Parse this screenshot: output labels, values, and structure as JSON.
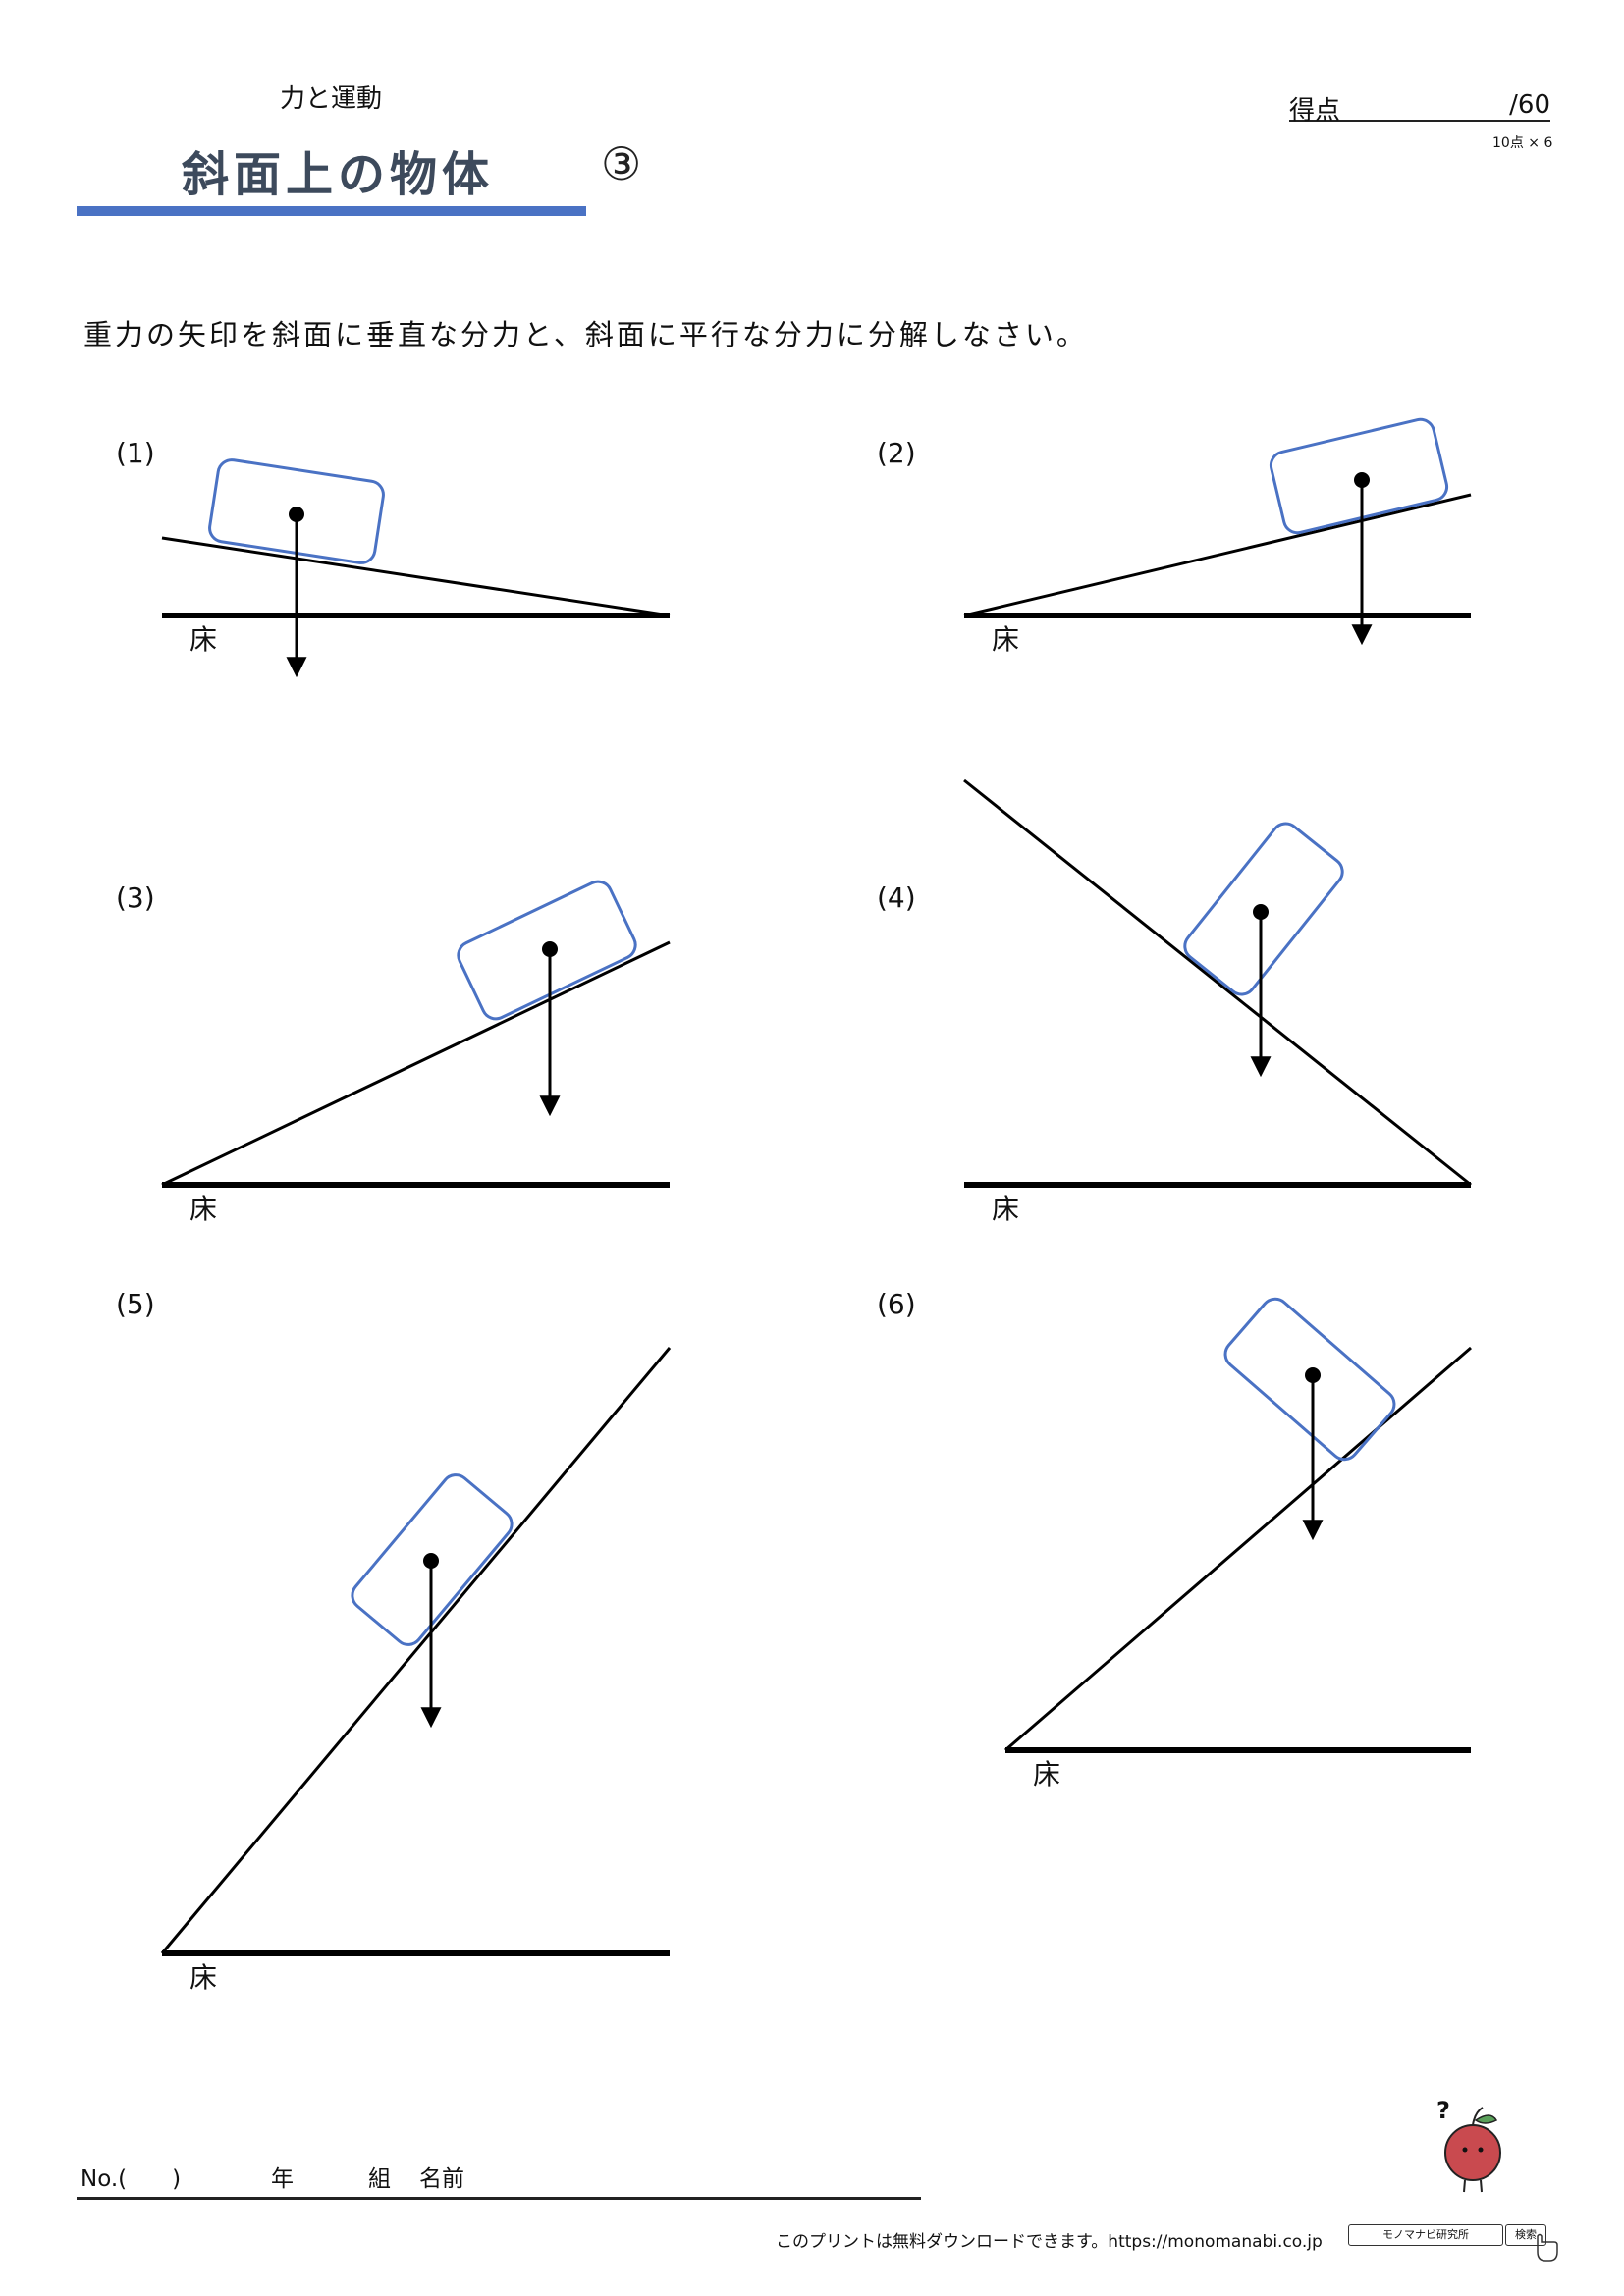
{
  "header": {
    "subject": "力と運動",
    "title": "斜面上の物体",
    "sheet_number": "③",
    "score_label": "得点",
    "score_total": "/60",
    "points_note": "10点 × 6"
  },
  "instruction": "重力の矢印を斜面に垂直な分力と、斜面に平行な分力に分解しなさい。",
  "problems": [
    {
      "label": "(1)",
      "floor_label": "床"
    },
    {
      "label": "(2)",
      "floor_label": "床"
    },
    {
      "label": "(3)",
      "floor_label": "床"
    },
    {
      "label": "(4)",
      "floor_label": "床"
    },
    {
      "label": "(5)",
      "floor_label": "床"
    },
    {
      "label": "(6)",
      "floor_label": "床"
    }
  ],
  "footer": {
    "no": "No.(　　)",
    "year": "年",
    "class": "組",
    "name": "名前",
    "credit": "このプリントは無料ダウンロードできます。https://monomanabi.co.jp",
    "site_name": "モノマナビ研究所",
    "search_label": "検索"
  },
  "colors": {
    "title_bar": "#4a72c4",
    "block_outline": "#4a72c4",
    "title_text": "#3d4a5c"
  },
  "icons": {
    "mascot": "apple-mascot-icon",
    "cursor": "hand-cursor-icon"
  }
}
